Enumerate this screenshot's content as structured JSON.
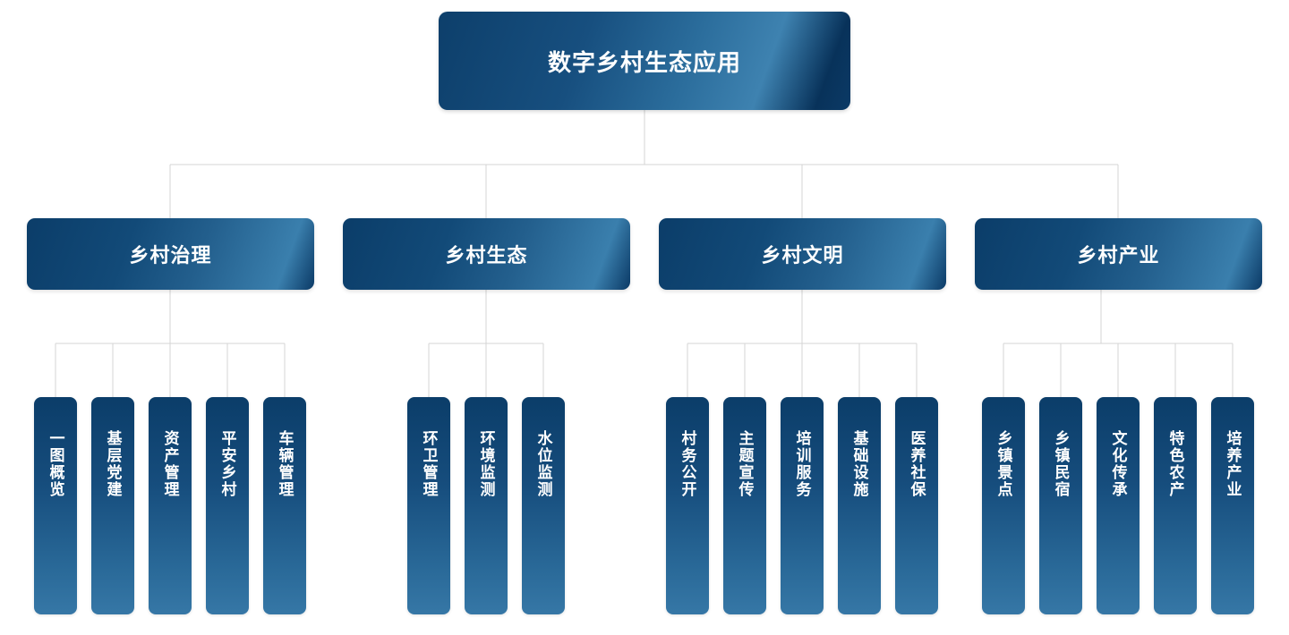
{
  "root": {
    "label": "数字乡村生态应用"
  },
  "categories": [
    {
      "label": "乡村治理",
      "children": [
        "一图概览",
        "基层党建",
        "资产管理",
        "平安乡村",
        "车辆管理"
      ]
    },
    {
      "label": "乡村生态",
      "children": [
        "环卫管理",
        "环境监测",
        "水位监测"
      ]
    },
    {
      "label": "乡村文明",
      "children": [
        "村务公开",
        "主题宣传",
        "培训服务",
        "基础设施",
        "医养社保"
      ]
    },
    {
      "label": "乡村产业",
      "children": [
        "乡镇景点",
        "乡镇民宿",
        "文化传承",
        "特色农产",
        "培养产业"
      ]
    }
  ],
  "colors": {
    "node_dark": "#0b3d69",
    "node_light": "#3a7fad",
    "connector": "#d4d4d4",
    "text": "#ffffff"
  }
}
